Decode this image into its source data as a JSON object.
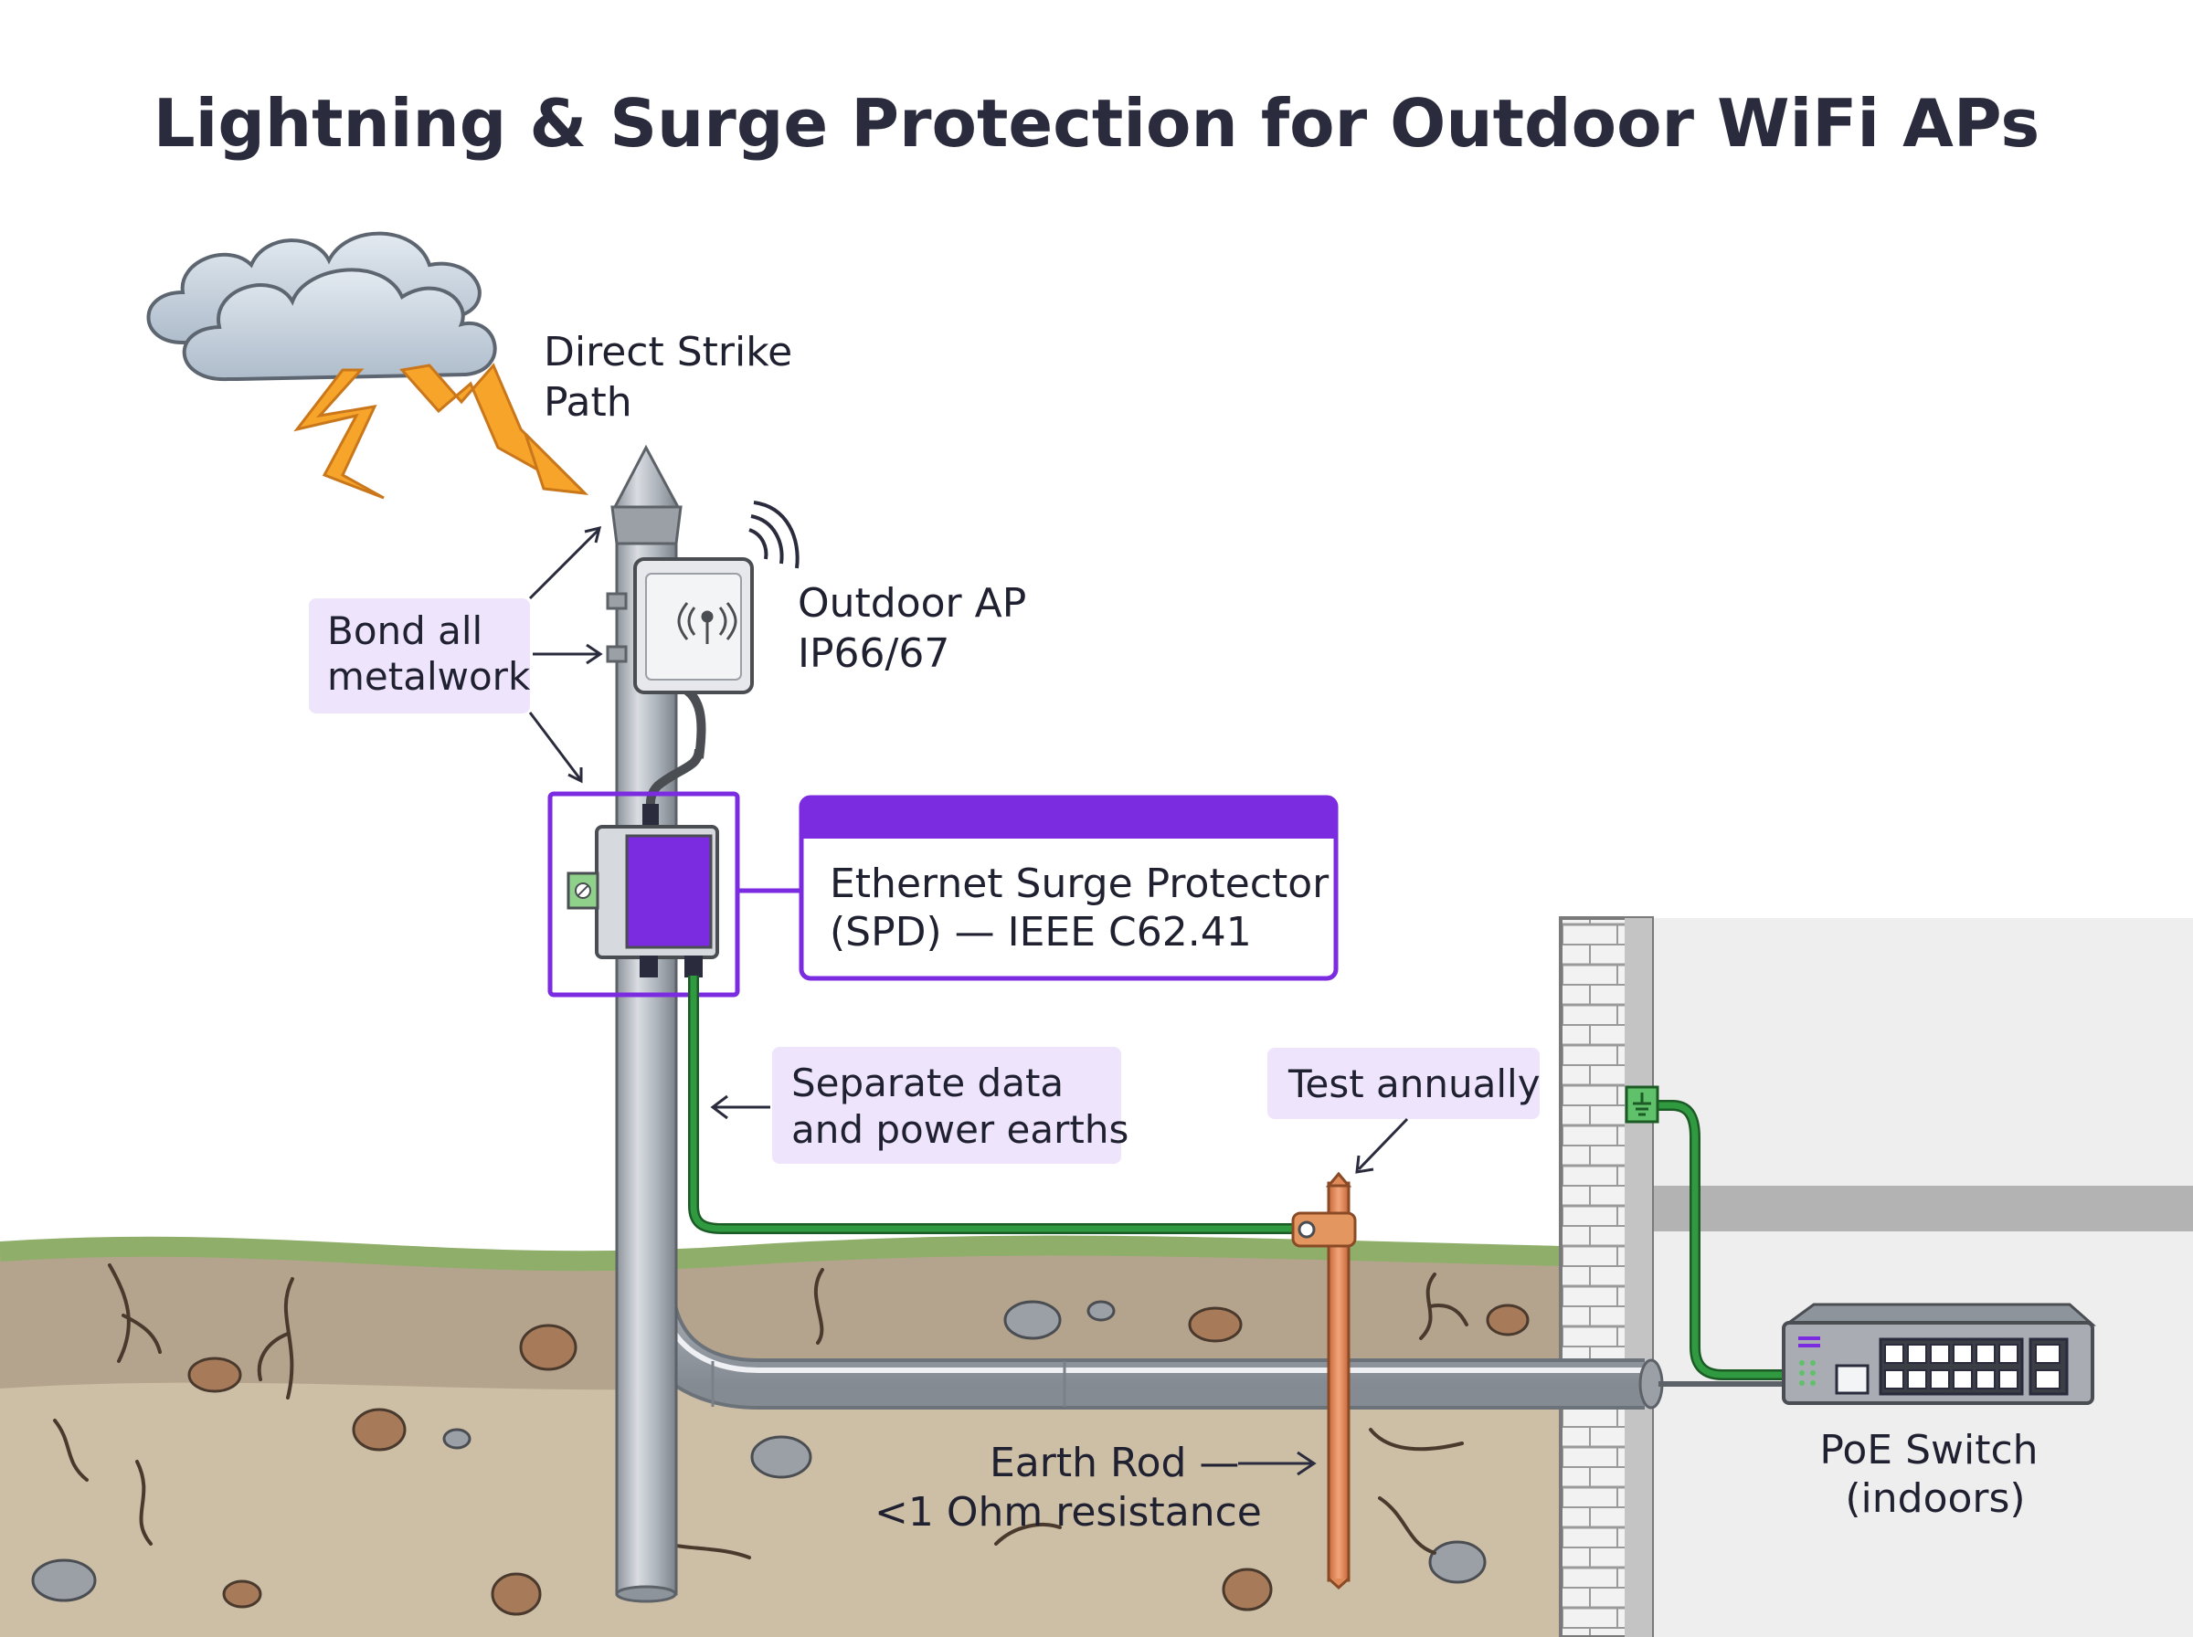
{
  "title": "Lightning & Surge Protection for Outdoor WiFi APs",
  "labels": {
    "strike_line1": "Direct Strike",
    "strike_line2": "Path",
    "ap_line1": "Outdoor AP",
    "ap_line2": "IP66/67",
    "bond_line1": "Bond all",
    "bond_line2": "metalwork",
    "spd_line1": "Ethernet Surge Protector",
    "spd_line2": "(SPD) — IEEE C62.41",
    "separate_line1": "Separate data",
    "separate_line2": "and power earths",
    "test": "Test annually",
    "rod_line1": "Earth Rod —",
    "rod_line2": "<1 Ohm resistance",
    "switch_line1": "PoE Switch",
    "switch_line2": "(indoors)"
  },
  "colors": {
    "accent_purple": "#7b2be0",
    "callout_bg": "#eee4fb",
    "earth_green": "#2f9a3f",
    "lightning": "#f7a52a",
    "copper": "#e08a5a"
  },
  "icons": {
    "cloud": "storm-cloud-icon",
    "lightning": "lightning-bolt-icon",
    "wifi": "wifi-signal-icon",
    "ground": "earth-ground-icon"
  }
}
